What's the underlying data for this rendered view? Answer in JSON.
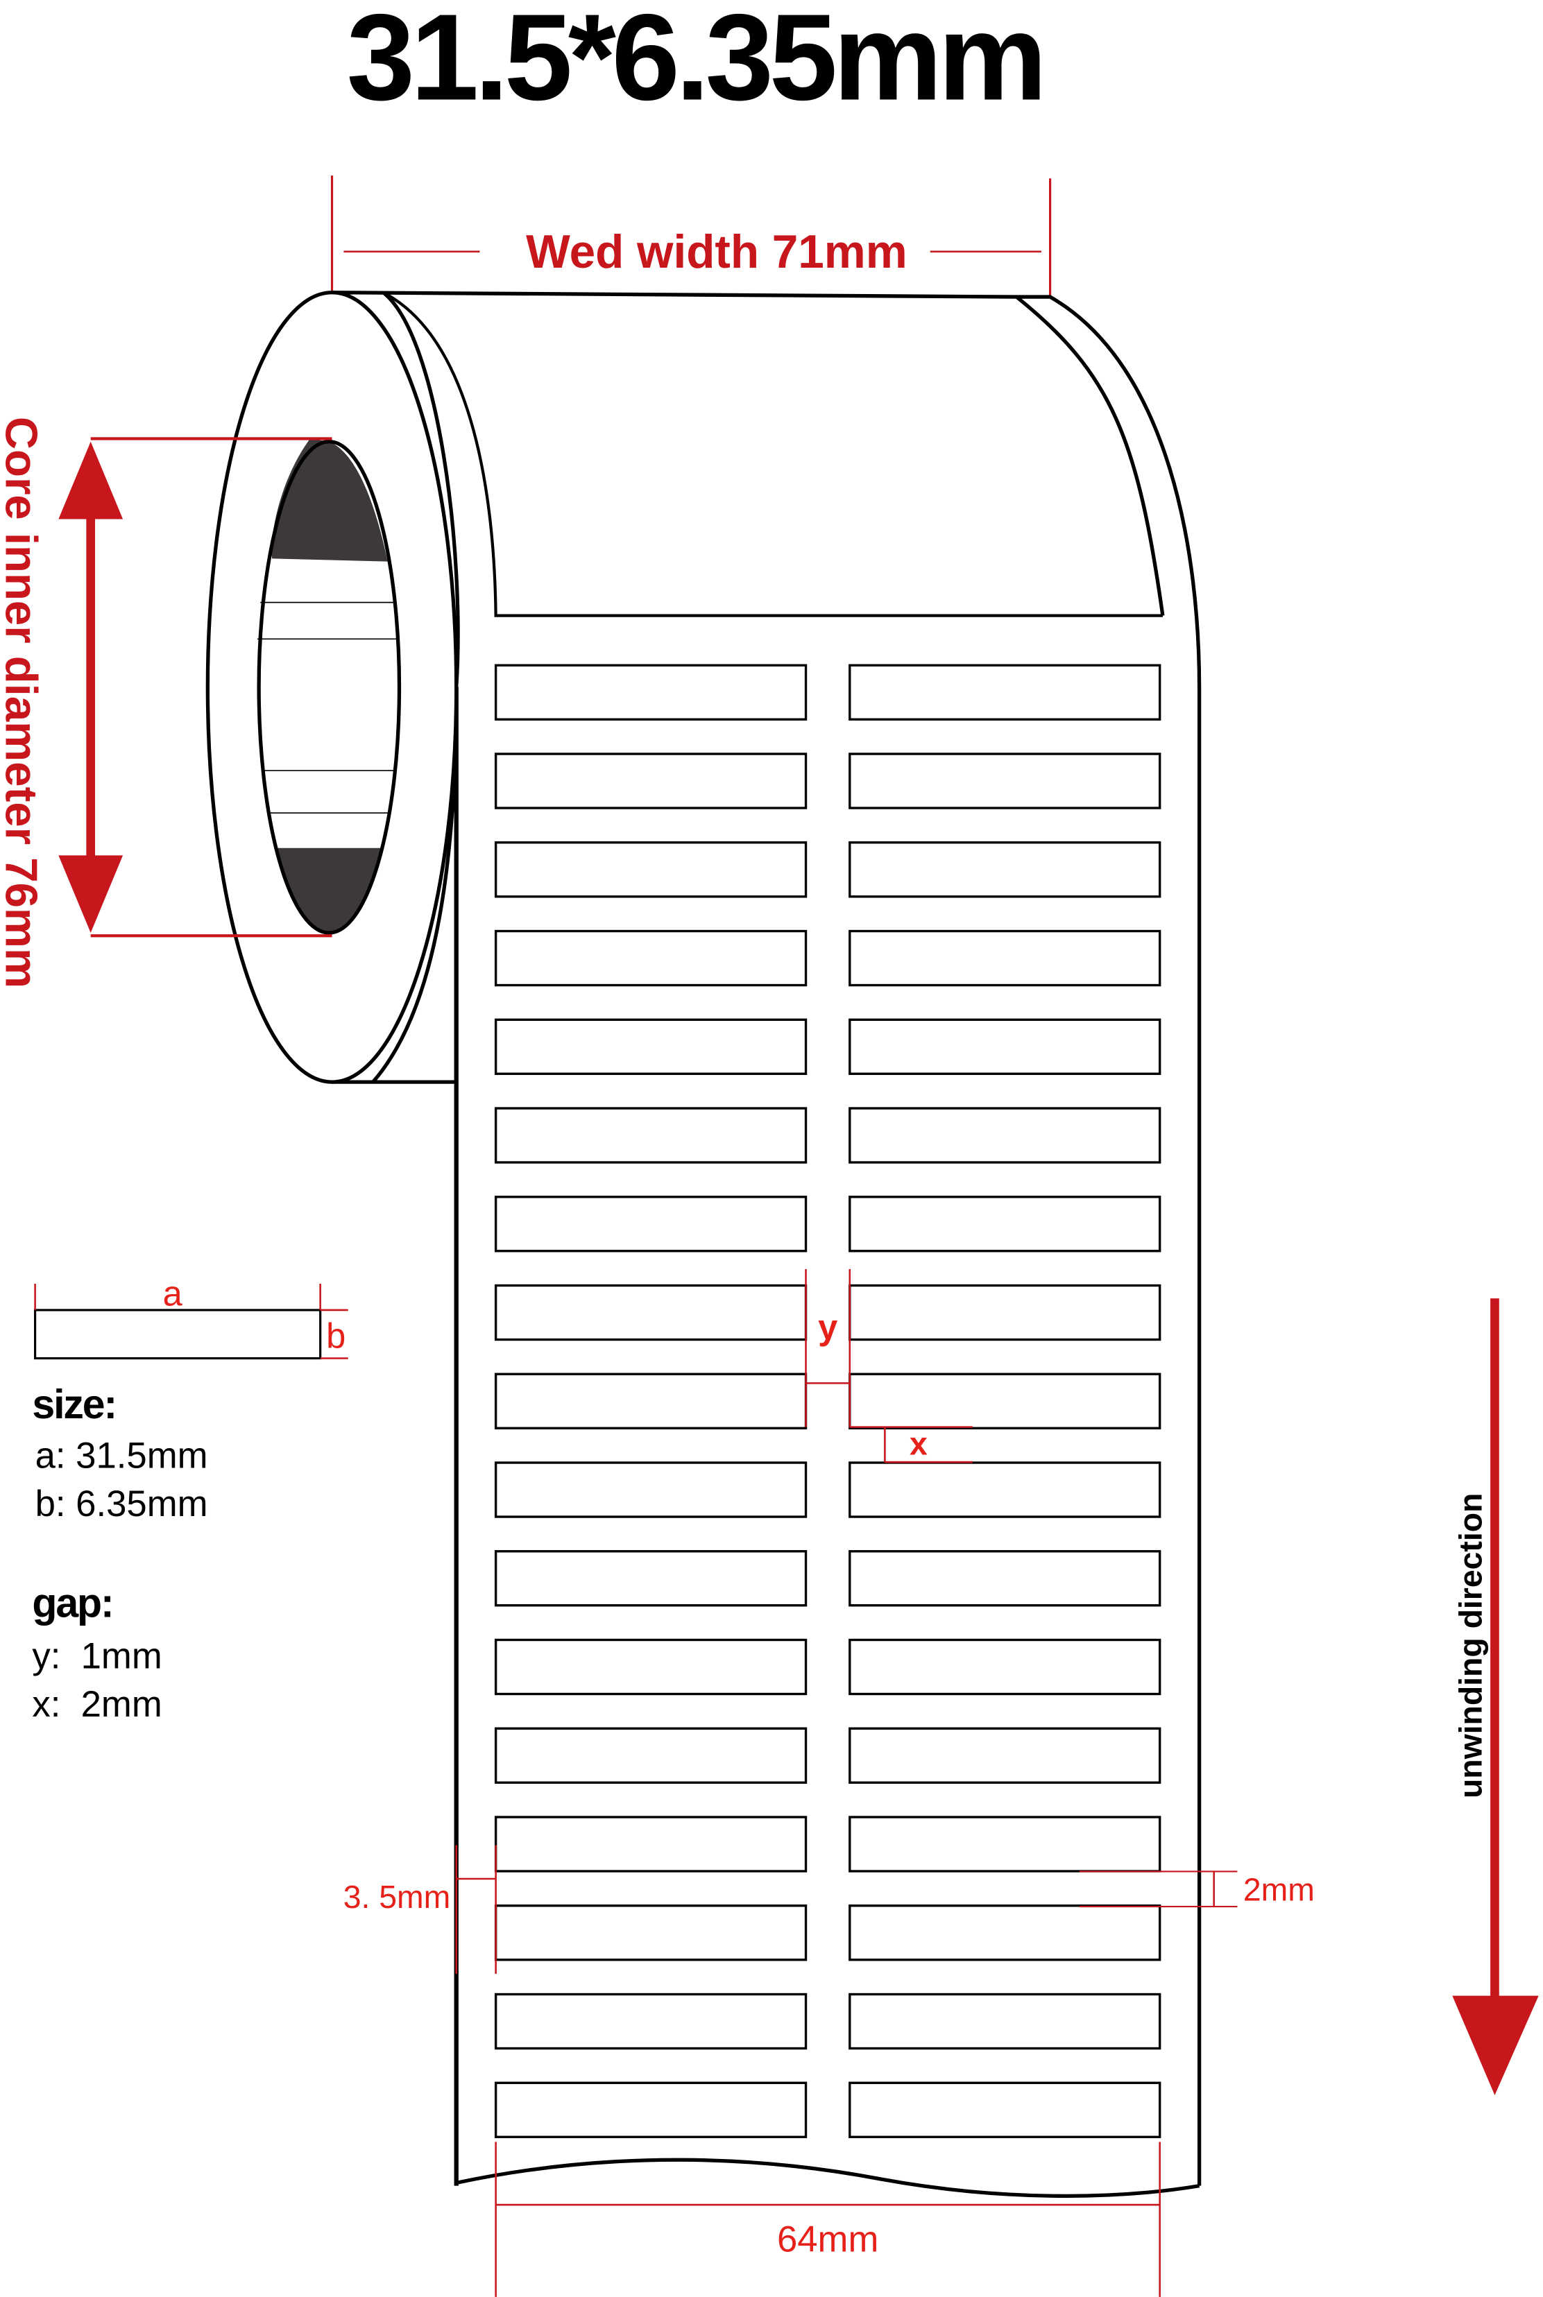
{
  "title": "31.5*6.35mm",
  "web_width_label": "Wed width 71mm",
  "core_label": "Core inner diameter 76mm",
  "legend": {
    "a_mark": "a",
    "b_mark": "b",
    "size_heading": "size:",
    "size_a": "a: 31.5mm",
    "size_b": "b: 6.35mm",
    "gap_heading": "gap:",
    "gap_y": "y:  1mm",
    "gap_x": "x:  2mm"
  },
  "gap_marks": {
    "y": "y",
    "x": "x"
  },
  "side_margin_label": "3. 5mm",
  "right_margin_label": "2mm",
  "liner_width_label": "64mm",
  "direction_label": "unwinding direction",
  "label_layout": {
    "rows": 17,
    "columns": 2
  },
  "colors": {
    "accent_red": "#c8161d",
    "line": "#000000",
    "core_dark": "#3d3938"
  }
}
